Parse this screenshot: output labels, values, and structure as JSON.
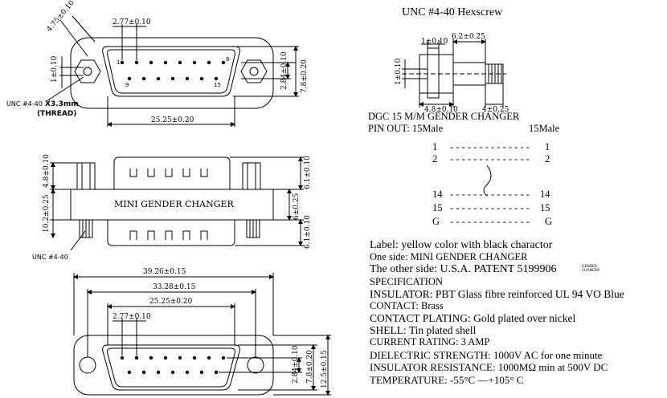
{
  "title": "UNC  #4-40 Hexscrew",
  "views": {
    "top": {
      "dim_diag": "4.75±0.10",
      "dim_pitch": "2.77±0.10",
      "dim_height_inner": "2.84±0.10",
      "dim_height_outer": "7.8±0.20",
      "dim_hole": "1±0.10",
      "dim_width": "25.25±0.20",
      "pin_left": "1",
      "pin_right": "8",
      "pin_bl": "9",
      "pin_br": "15",
      "thread_label_a": "UNC #4-40",
      "thread_label_b": "X3.3mm",
      "thread_label_c": "(THREAD)"
    },
    "side": {
      "label": "MINI  GENDER  CHANGER",
      "dim_top": "4.8±0.10",
      "dim_mid": "10.2±0.25",
      "dim_r1": "6.1±0.10",
      "dim_r2": "6±0.25",
      "dim_r3": "6.1±0.10",
      "unc_label": "UNC #4-40"
    },
    "front": {
      "dim_overall": "39.26±0.15",
      "dim_holes": "33.28±0.15",
      "dim_shell": "25.25±0.20",
      "dim_pitch": "2.77±0.10",
      "dim_h1": "2.84±0.10",
      "dim_h2": "7.8±0.20",
      "dim_h3": "12.5±0.15"
    },
    "hexscrew": {
      "dim_a": "1±0.10",
      "dim_b": "6.2±0.25",
      "dim_c": "4.8±0.10",
      "dim_d": "4±0.25",
      "dim_e": "1±0.10"
    }
  },
  "pinout": {
    "line1": "DGC 15 M/M GENDER CHANGER",
    "line2_left": "PIN OUT: 15Male",
    "line2_right": "15Male",
    "rows": [
      {
        "left": "1",
        "right": "1"
      },
      {
        "left": "2",
        "right": "2"
      },
      {
        "left": "14",
        "right": "14"
      },
      {
        "left": "15",
        "right": "15"
      },
      {
        "left": "G",
        "right": "G"
      }
    ]
  },
  "specs": {
    "label": "Label: yellow color with black charactor",
    "one_side": "One side: MINI GENDER CHANGER",
    "other_side": "The other side: U.S.A. PATENT 5199906",
    "mini_logo_a": "GENDER",
    "mini_logo_b": "CHANGER",
    "heading": "SPECIFICATION",
    "insulator": "INSULATOR: PBT Glass fibre reinforced UL 94 VO Blue",
    "contact": "CONTACT: Brass",
    "plating": "CONTACT PLATING: Gold plated over nickel",
    "shell": "SHELL: Tin plated shell",
    "rating": "CURRENT RATING: 3 AMP",
    "dielectric": "DIELECTRIC STRENGTH: 1000V AC for one minute",
    "resistance": "INSULATOR RESISTANCE: 1000MΩ min at 500V DC",
    "temperature": "TEMPERATURE: -55°C  —+105° C"
  }
}
